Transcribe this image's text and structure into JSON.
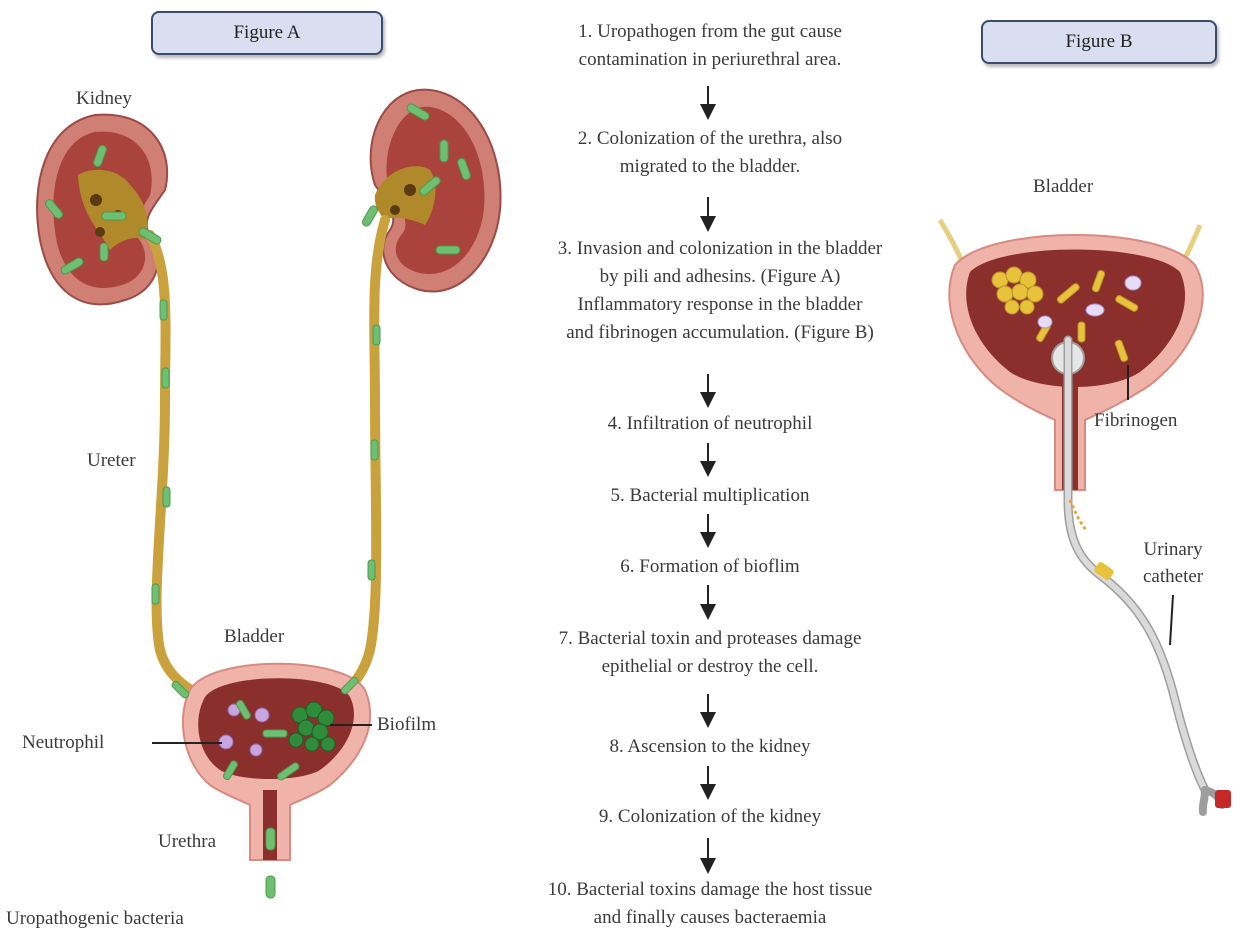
{
  "figure_a": {
    "title": "Figure A",
    "labels": {
      "kidney": "Kidney",
      "ureter": "Ureter",
      "bladder": "Bladder",
      "neutrophil": "Neutrophil",
      "biofilm": "Biofilm",
      "urethra": "Urethra",
      "bacteria": "Uropathogenic bacteria"
    }
  },
  "figure_b": {
    "title": "Figure B",
    "labels": {
      "bladder": "Bladder",
      "fibrinogen": "Fibrinogen",
      "catheter_line1": "Urinary",
      "catheter_line2": "catheter"
    }
  },
  "steps": [
    {
      "lines": [
        "1.  Uropathogen from the gut cause",
        "contamination in periurethral area."
      ]
    },
    {
      "lines": [
        "2.  Colonization of the urethra, also",
        "migrated to the bladder."
      ]
    },
    {
      "lines": [
        "3.  Invasion and colonization in the bladder",
        "by pili and adhesins. (Figure A)",
        "Inflammatory  response in the bladder",
        "and fibrinogen accumulation. (Figure B)"
      ]
    },
    {
      "lines": [
        "4.  Infiltration of neutrophil"
      ]
    },
    {
      "lines": [
        "5.  Bacterial multiplication"
      ]
    },
    {
      "lines": [
        "6.  Formation of bioflim"
      ]
    },
    {
      "lines": [
        "7. Bacterial  toxin and proteases  damage",
        "epithelial or destroy the cell."
      ]
    },
    {
      "lines": [
        "8.  Ascension to the kidney"
      ]
    },
    {
      "lines": [
        "9.  Colonization of the kidney"
      ]
    },
    {
      "lines": [
        "10.  Bacterial toxins damage the host tissue",
        "and finally causes bacteraemia"
      ]
    }
  ],
  "colors": {
    "kidney_outer": "#cf7f74",
    "kidney_inner": "#a9433c",
    "pelvis": "#b08a2a",
    "ureter": "#c9a23e",
    "bacteria": "#6fbf73",
    "bladder_wall": "#f0b3a9",
    "bladder_lumen": "#8b2f2c",
    "biofilm": "#2f8c3a",
    "neutrophil": "#c9a5e0",
    "fibrinogen": "#e8c23a",
    "catheter": "#d4d4d4",
    "figure_box": "#d9dff1"
  }
}
